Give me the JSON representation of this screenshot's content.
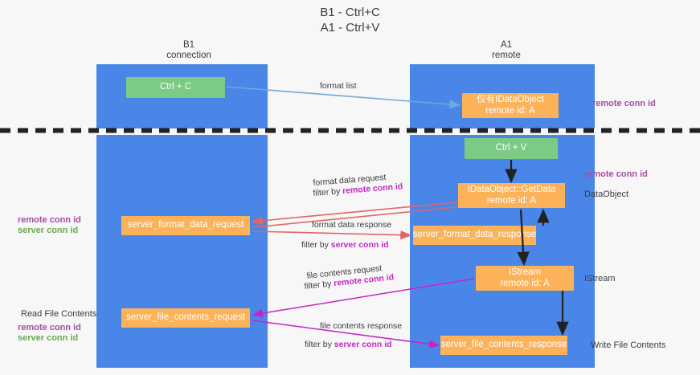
{
  "title": {
    "line1": "B1 - Ctrl+C",
    "line2": "A1 - Ctrl+V"
  },
  "lanes": [
    {
      "id": "b1",
      "name": "B1",
      "role": "connection",
      "color": "#4a86e8"
    },
    {
      "id": "a1",
      "name": "A1",
      "role": "remote",
      "color": "#4a86e8"
    }
  ],
  "nodes": {
    "ctrl_c": {
      "line1": "Ctrl + C",
      "line2": "",
      "color": "#7cca84"
    },
    "ctrl_v": {
      "line1": "Ctrl + V",
      "line2": "",
      "color": "#7cca84"
    },
    "data_object": {
      "line1": "仅有IDataObject",
      "line2": "remote id: A",
      "color": "#fbb258"
    },
    "get_data": {
      "line1": "IDataObject::GetData",
      "line2": "remote id: A",
      "color": "#fbb258"
    },
    "istream": {
      "line1": "IStream",
      "line2": "remote id: A",
      "color": "#fbb258"
    },
    "fmt_req": {
      "line1": "server_format_data_request",
      "line2": "",
      "color": "#fbb258"
    },
    "fmt_resp": {
      "line1": "server_format_data_response",
      "line2": "",
      "color": "#fbb258"
    },
    "file_req": {
      "line1": "server_file_contents_request",
      "line2": "",
      "color": "#fbb258"
    },
    "file_resp": {
      "line1": "server_file_contents_response",
      "line2": "",
      "color": "#fbb258"
    }
  },
  "edges": {
    "format_list": {
      "label": "format list",
      "color": "#6fa8dc"
    },
    "fmt_data_request": {
      "label": "format data request",
      "filter_prefix": "filter by ",
      "filter_key": "remote conn id",
      "color": "#e06666"
    },
    "fmt_data_response": {
      "label": "format data response",
      "filter_prefix": "filter by ",
      "filter_key": "server conn id",
      "color": "#e06666"
    },
    "file_contents_request": {
      "label": "file contents request",
      "filter_prefix": "filter by ",
      "filter_key": "remote conn id",
      "color": "#c724c7"
    },
    "file_contents_response": {
      "label": "file contents response",
      "filter_prefix": "filter by ",
      "filter_key": "server conn id",
      "color": "#c724c7"
    }
  },
  "side_labels": {
    "remote_conn_id_top": "remote conn id",
    "remote_conn_id_mid": "remote conn id",
    "data_object": "DataObject",
    "istream": "IStream",
    "write_file_contents": "Write File Contents"
  },
  "left_labels": {
    "mid_remote": "remote conn id",
    "mid_server": "server conn id",
    "read_file_contents": "Read File Contents",
    "bottom_remote": "remote conn id",
    "bottom_server": "server conn id"
  },
  "colors": {
    "lane": "#4a86e8",
    "green_node": "#7cca84",
    "orange_node": "#fbb258",
    "purple": "#a64ca6",
    "magenta": "#c724c7",
    "green_text": "#6aa84f",
    "red_arrow": "#e06666",
    "blue_arrow": "#6fa8dc",
    "divider": "#222222",
    "background": "#f7f7f7"
  }
}
